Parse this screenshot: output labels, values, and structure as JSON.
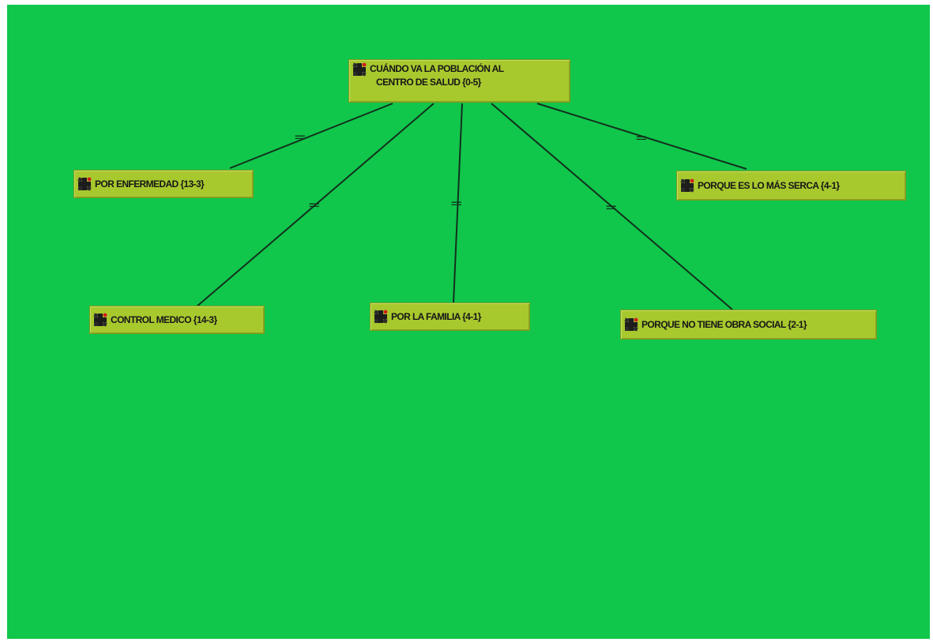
{
  "canvas": {
    "background": "#10c74b",
    "node_color": "#a8c92e",
    "line_color": "#12301e"
  },
  "nodes": {
    "root": {
      "line1": "CUÁNDO VA LA POBLACIÓN AL",
      "line2": "CENTRO DE SALUD {0-5}",
      "icon": "code-network-icon"
    },
    "enfermedad": {
      "label": "POR ENFERMEDAD {13-3}",
      "icon": "code-network-icon"
    },
    "control": {
      "label": "CONTROL MEDICO {14-3}",
      "icon": "code-network-icon"
    },
    "familia": {
      "label": "POR LA FAMILIA {4-1}",
      "icon": "code-network-icon"
    },
    "obra_social": {
      "label": "PORQUE NO TIENE OBRA SOCIAL {2-1}",
      "icon": "code-network-icon"
    },
    "serca": {
      "label": "PORQUE ES LO MÁS SERCA {4-1}",
      "icon": "code-network-icon"
    }
  },
  "links": [
    {
      "from": "root",
      "to": "enfermedad",
      "relation": "=="
    },
    {
      "from": "root",
      "to": "control",
      "relation": "=="
    },
    {
      "from": "root",
      "to": "familia",
      "relation": "=="
    },
    {
      "from": "root",
      "to": "obra_social",
      "relation": "=="
    },
    {
      "from": "root",
      "to": "serca",
      "relation": "=="
    }
  ]
}
